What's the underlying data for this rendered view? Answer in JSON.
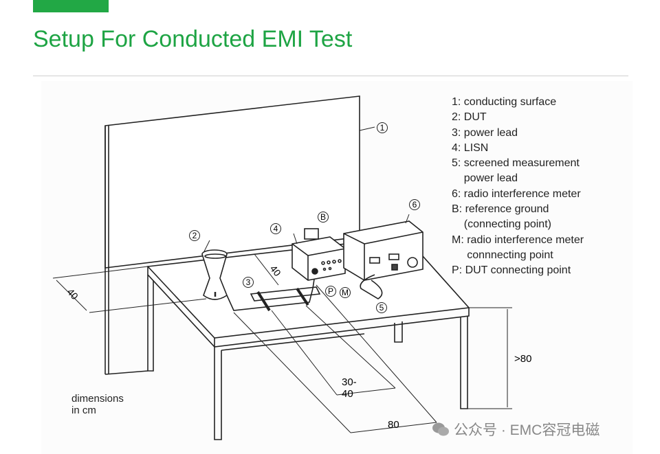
{
  "header": {
    "title": "Setup For Conducted EMI Test"
  },
  "legend": [
    "1: conducting surface",
    "2: DUT",
    "3: power lead",
    "4: LISN",
    "5: screened measurement",
    "    power lead",
    "6: radio interference meter",
    "B: reference ground",
    "    (connecting point)",
    "M: radio interference meter",
    "     connnecting point",
    "P: DUT connecting point"
  ],
  "callouts": {
    "c1": "1",
    "c2": "2",
    "c3": "3",
    "c4": "4",
    "c5": "5",
    "c6": "6",
    "cB": "B",
    "cP": "P",
    "cM": "M"
  },
  "dimensions": {
    "left_40": "40",
    "mid_40": "40",
    "lead": "30-40",
    "depth": "80",
    "height": ">80",
    "units_note": "dimensions in cm"
  },
  "watermark": "公众号 · EMC容冠电磁",
  "colors": {
    "accent": "#22a845",
    "title": "#1ea444"
  }
}
